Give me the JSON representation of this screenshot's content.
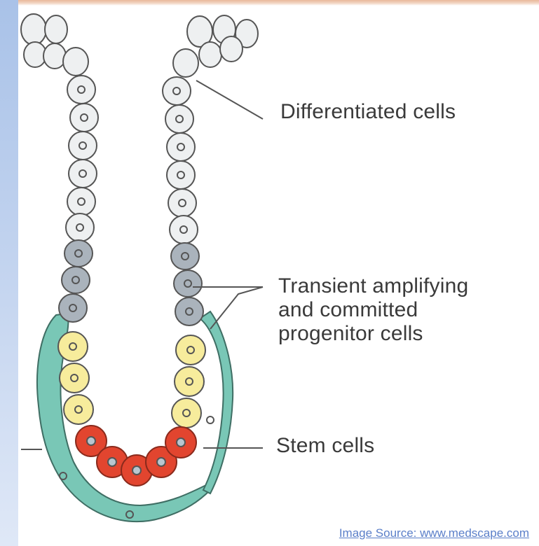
{
  "labels": {
    "differentiated": "Differentiated cells",
    "transient_line1": "Transient amplifying",
    "transient_line2": "and committed",
    "transient_line3": "progenitor cells",
    "stem": "Stem cells"
  },
  "source": {
    "text": "Image Source: www.medscape.com"
  },
  "colors": {
    "differentiated_cell": "#eef0f1",
    "transient_cell": "#aab3bc",
    "progenitor_cell": "#f7ec9c",
    "stem_cell": "#e2452f",
    "niche_cell": "#79c7b6",
    "outline": "#555555",
    "side_bar": "#b7cbec",
    "link": "#5b7fc9"
  }
}
